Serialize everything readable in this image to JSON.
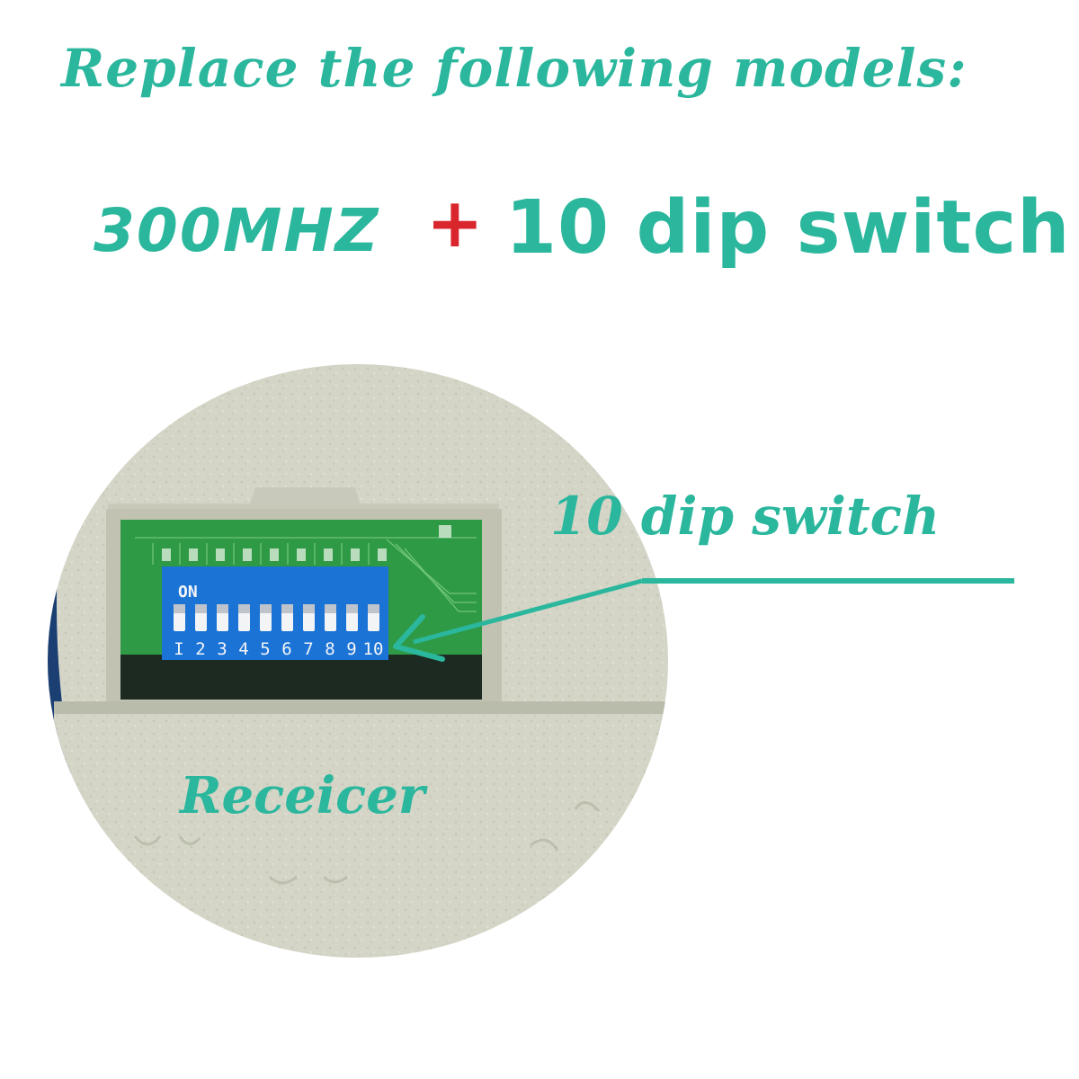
{
  "colors": {
    "accent": "#2bb79d",
    "plus": "#d9262c",
    "housing": "#d4d5c7",
    "housing_shadow": "#b9bbab",
    "pcb": "#2f9a45",
    "dip_body": "#1b73d6",
    "blue_edge": "#1c3f73"
  },
  "heading": {
    "line1": "Replace the following models:",
    "frequency": "300MHZ",
    "plus": "+",
    "dip": "10 dip switch"
  },
  "photo": {
    "callout": "10 dip switch",
    "receiver_label": "Receicer",
    "dip_on_label": "ON",
    "dip_numbers": [
      "I",
      "2",
      "3",
      "4",
      "5",
      "6",
      "7",
      "8",
      "9",
      "10"
    ]
  }
}
